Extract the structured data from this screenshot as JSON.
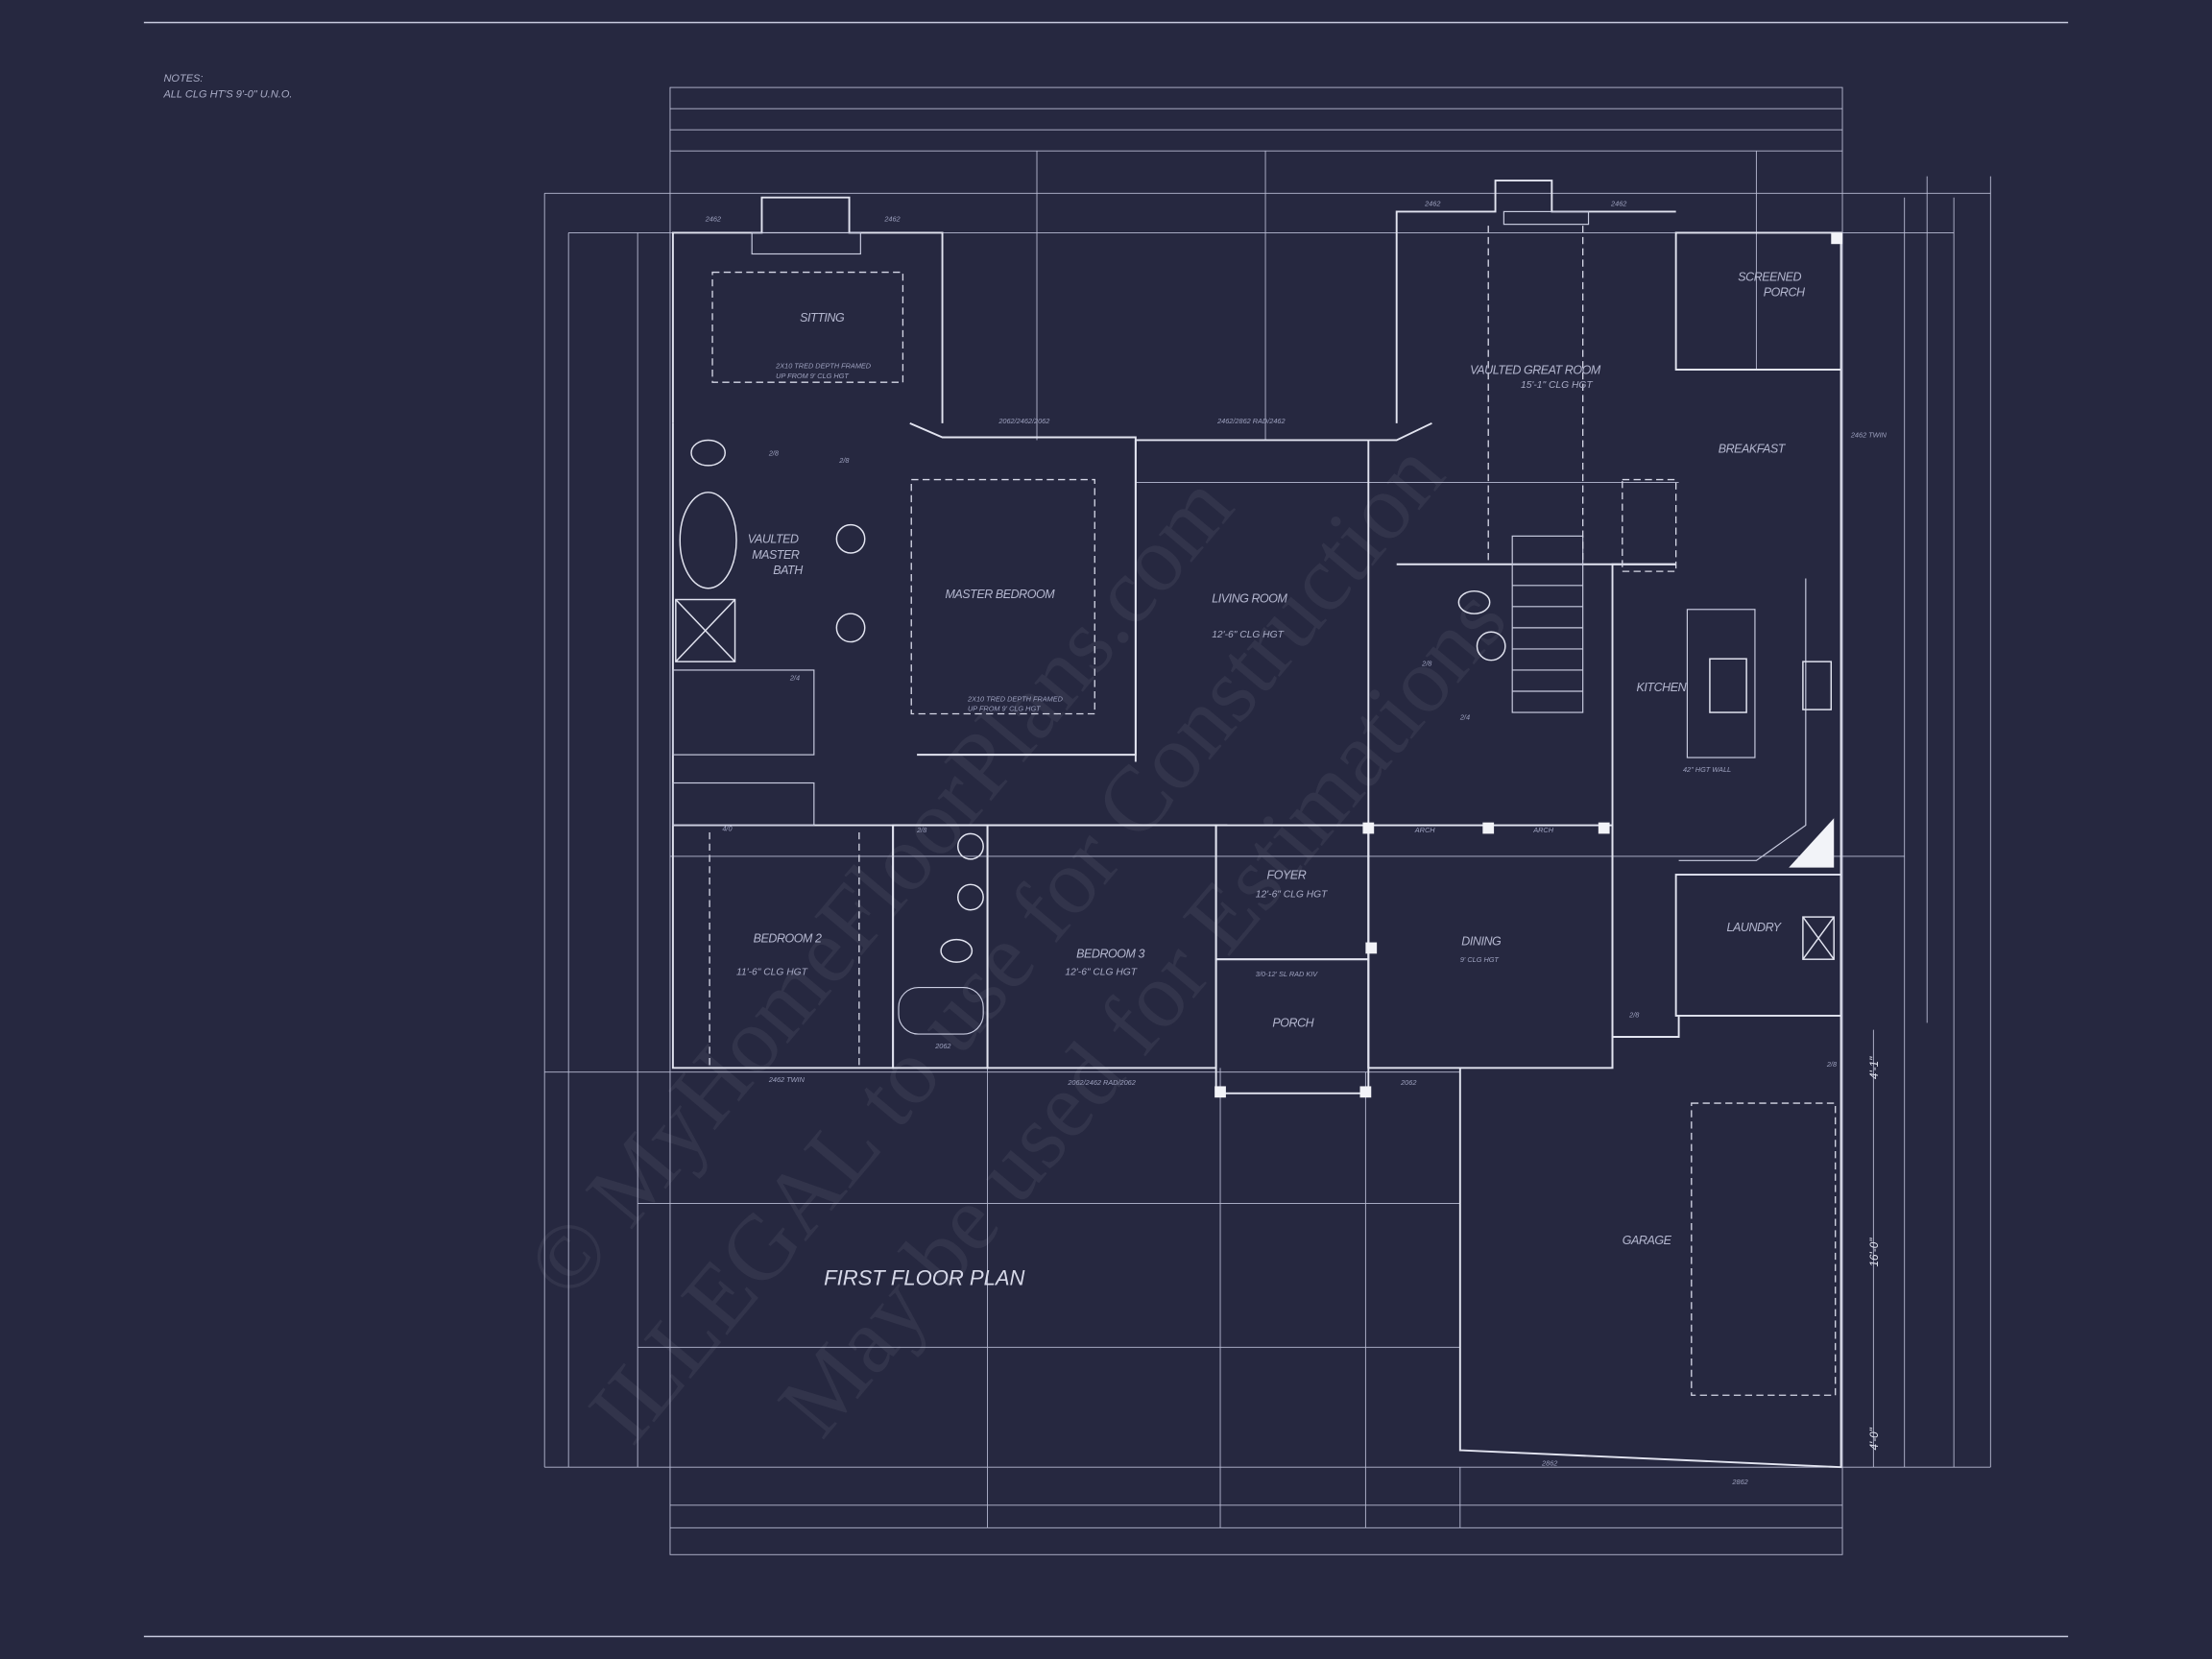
{
  "colors": {
    "background": "#262840",
    "lines": "#e2e4f0",
    "text": "#b4b7cf"
  },
  "notes": {
    "heading": "NOTES:",
    "line1": "ALL CLG HT'S 9'-0\" U.N.O."
  },
  "title": "FIRST FLOOR PLAN",
  "watermark": {
    "line1": "© MyHomeFloorPlans.com",
    "line2": "ILLEGAL to use for Construction",
    "line3": "May be used for Estimations"
  },
  "rooms": {
    "sitting": {
      "name": "SITTING",
      "note1": "2X10 TRED DEPTH FRAMED",
      "note2": "UP FROM 9' CLG HGT"
    },
    "master_bath": {
      "name1": "VAULTED",
      "name2": "MASTER",
      "name3": "BATH"
    },
    "master_bedroom": {
      "name": "MASTER BEDROOM",
      "note1": "2X10 TRED DEPTH FRAMED",
      "note2": "UP FROM 9' CLG HGT"
    },
    "living_room": {
      "name": "LIVING ROOM",
      "ceiling": "12'-6\" CLG HGT"
    },
    "great_room": {
      "name": "VAULTED GREAT ROOM",
      "ceiling": "15'-1\" CLG HGT"
    },
    "screened_porch": {
      "name1": "SCREENED",
      "name2": "PORCH"
    },
    "breakfast": {
      "name": "BREAKFAST"
    },
    "kitchen": {
      "name": "KITCHEN",
      "note": "42\" HGT WALL"
    },
    "bedroom2": {
      "name": "BEDROOM 2",
      "ceiling": "11'-6\" CLG HGT"
    },
    "bedroom3": {
      "name": "BEDROOM 3",
      "ceiling": "12'-6\" CLG HGT"
    },
    "foyer": {
      "name": "FOYER",
      "ceiling": "12'-6\" CLG HGT"
    },
    "porch": {
      "name": "PORCH",
      "door": "3/0-12' SL RAD KIV"
    },
    "dining": {
      "name": "DINING",
      "ceiling": "9' CLG HGT"
    },
    "laundry": {
      "name": "LAUNDRY"
    },
    "garage": {
      "name": "GARAGE"
    }
  },
  "windows": {
    "w1": "2462",
    "w2": "2462",
    "w3": "2462 TWIN",
    "w4": "2062/2462/2062",
    "w5": "2462/2862 RAD/2462",
    "w6": "2462",
    "w7": "2462",
    "w8": "2462 TWIN",
    "w9": "2062/2462 RAD/2062",
    "w10": "2062",
    "w11": "2062",
    "w12": "2862",
    "w13": "2862"
  },
  "doors": {
    "d1": "2/8",
    "d2": "2/8",
    "d3": "2/4",
    "d4": "4/0",
    "d5": "2/8",
    "d6": "2/8",
    "d7": "2/4",
    "d8": "2/8",
    "d9": "2/8"
  },
  "openings": {
    "arch1": "ARCH",
    "arch2": "ARCH"
  },
  "dimensions": {
    "right1": "4'-1\"",
    "right2": "16'-0\"",
    "right3": "4'-0\""
  }
}
